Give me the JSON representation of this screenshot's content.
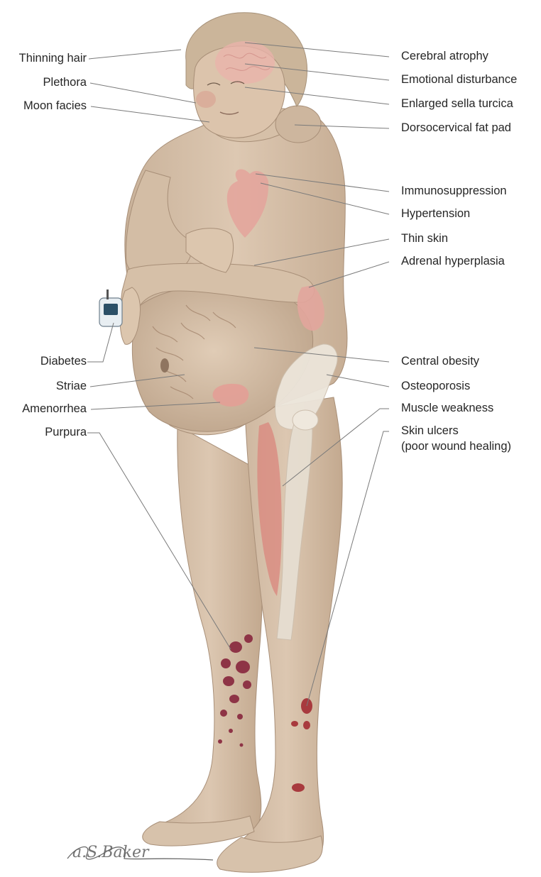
{
  "labels_left": [
    {
      "id": "thinning-hair",
      "text": "Thinning hair"
    },
    {
      "id": "plethora",
      "text": "Plethora"
    },
    {
      "id": "moon-facies",
      "text": "Moon facies"
    },
    {
      "id": "diabetes",
      "text": "Diabetes"
    },
    {
      "id": "striae",
      "text": "Striae"
    },
    {
      "id": "amenorrhea",
      "text": "Amenorrhea"
    },
    {
      "id": "purpura",
      "text": "Purpura"
    }
  ],
  "labels_right": [
    {
      "id": "cerebral-atrophy",
      "text": "Cerebral atrophy"
    },
    {
      "id": "emotional-disturbance",
      "text": "Emotional disturbance"
    },
    {
      "id": "enlarged-sella-turcica",
      "text": "Enlarged sella turcica"
    },
    {
      "id": "dorsocervical-fat-pad",
      "text": "Dorsocervical fat pad"
    },
    {
      "id": "immunosuppression",
      "text": "Immunosuppression"
    },
    {
      "id": "hypertension",
      "text": "Hypertension"
    },
    {
      "id": "thin-skin",
      "text": "Thin skin"
    },
    {
      "id": "adrenal-hyperplasia",
      "text": "Adrenal hyperplasia"
    },
    {
      "id": "central-obesity",
      "text": "Central obesity"
    },
    {
      "id": "osteoporosis",
      "text": "Osteoporosis"
    },
    {
      "id": "muscle-weakness",
      "text": "Muscle weakness"
    },
    {
      "id": "skin-ulcers",
      "text": "Skin ulcers"
    },
    {
      "id": "skin-ulcers-note",
      "text": "(poor wound healing)"
    }
  ],
  "signature": "a.S.Baker",
  "colors": {
    "skin": "#d9c4ad",
    "skin_shadow": "#b89e86",
    "hair": "#cdb99d",
    "organ": "#e3a6a0",
    "muscle": "#d98a80",
    "bone": "#ece6dc",
    "purpura": "#8e3446",
    "leader_line": "#7a7a7a",
    "label_text": "#262626"
  }
}
